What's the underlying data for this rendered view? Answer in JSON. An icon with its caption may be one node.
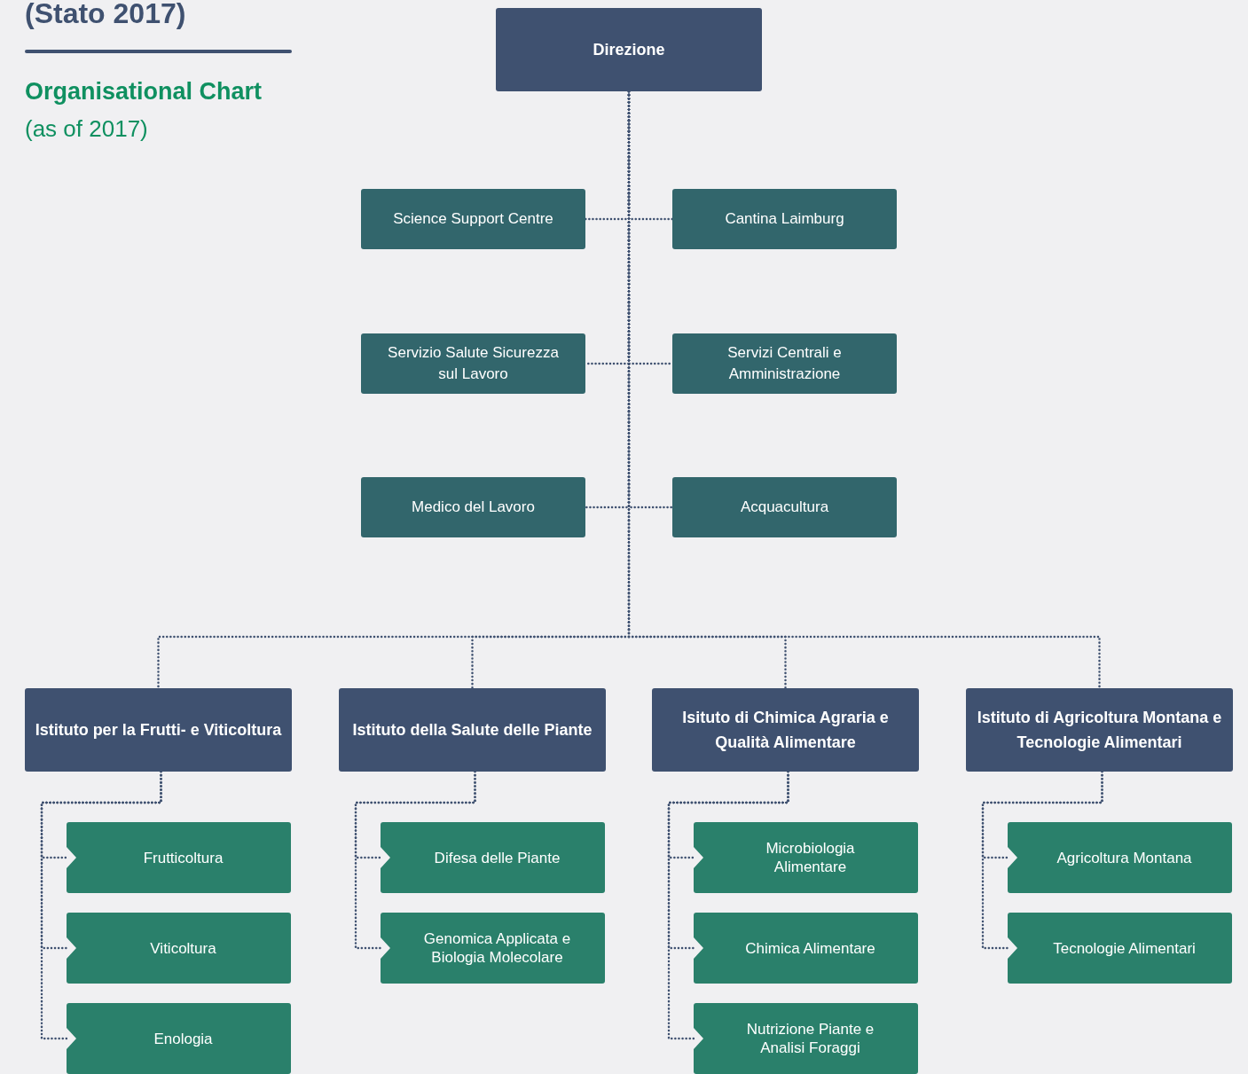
{
  "diagram": {
    "nodes": [
      {
        "text": [
          "Direzione"
        ]
      },
      {
        "text": [
          "Science Support Centre"
        ]
      },
      {
        "text": [
          "Cantina Laimburg"
        ]
      },
      {
        "text": [
          "Servizio Salute Sicurezza sul Lavoro"
        ]
      },
      {
        "text": [
          "Servizi Centrali e Amministrazione"
        ]
      },
      {
        "text": [
          "Medico del Lavoro"
        ]
      },
      {
        "text": [
          "Acquacultura"
        ]
      },
      {
        "text": [
          "Istituto per la Frutti- e Viticoltura"
        ]
      },
      {
        "text": [
          "Istituto della Salute delle Piante"
        ]
      },
      {
        "text": [
          "Isituto di Chimica Agraria e Qualità Alimentare"
        ]
      },
      {
        "text": [
          "Istituto di Agricoltura Montana e Tecnologie Alimentari"
        ]
      },
      {
        "text": [
          "Frutticoltura"
        ]
      },
      {
        "text": [
          "Viticoltura"
        ]
      },
      {
        "text": [
          "Enologia"
        ]
      },
      {
        "text": [
          "Difesa delle Piante"
        ]
      },
      {
        "text": [
          "Genomica Applicata e Biologia Molecolare"
        ]
      },
      {
        "text": [
          "Microbiologia Alimentare"
        ]
      },
      {
        "text": [
          "Chimica Alimentare"
        ]
      },
      {
        "text": [
          "Nutrizione Piante e Analisi Foraggi"
        ]
      },
      {
        "text": [
          "Agricoltura Montana"
        ]
      },
      {
        "text": [
          "Tecnologie Alimentari"
        ]
      }
    ],
    "edges": [
      {
        "from": 0,
        "to": 1,
        "arrow": "none"
      },
      {
        "from": 0,
        "to": 2,
        "arrow": "none"
      },
      {
        "from": 0,
        "to": 3,
        "arrow": "none"
      },
      {
        "from": 0,
        "to": 4,
        "arrow": "none"
      },
      {
        "from": 0,
        "to": 5,
        "arrow": "none"
      },
      {
        "from": 0,
        "to": 6,
        "arrow": "none"
      },
      {
        "from": 0,
        "to": 7,
        "arrow": "none"
      },
      {
        "from": 0,
        "to": 8,
        "arrow": "none"
      },
      {
        "from": 0,
        "to": 9,
        "arrow": "none"
      },
      {
        "from": 0,
        "to": 10,
        "arrow": "none"
      },
      {
        "from": 7,
        "to": 11,
        "arrow": "none"
      },
      {
        "from": 7,
        "to": 12,
        "arrow": "none"
      },
      {
        "from": 7,
        "to": 13,
        "arrow": "none"
      },
      {
        "from": 8,
        "to": 14,
        "arrow": "none"
      },
      {
        "from": 8,
        "to": 15,
        "arrow": "none"
      },
      {
        "from": 9,
        "to": 16,
        "arrow": "none"
      },
      {
        "from": 9,
        "to": 17,
        "arrow": "none"
      },
      {
        "from": 9,
        "to": 18,
        "arrow": "none"
      },
      {
        "from": 10,
        "to": 19,
        "arrow": "none"
      },
      {
        "from": 10,
        "to": 20,
        "arrow": "none"
      }
    ],
    "labels": [
      "(Stato 2017)",
      "Organisational Chart",
      "(as of 2017)"
    ]
  }
}
